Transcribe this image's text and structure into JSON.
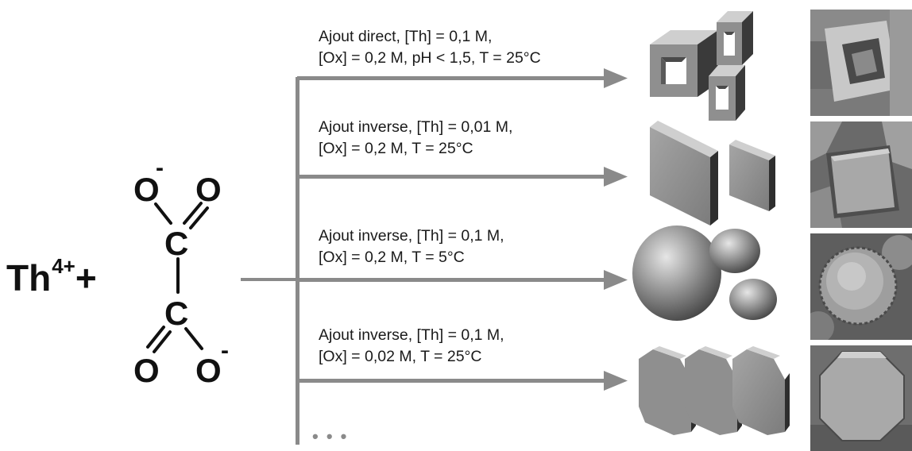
{
  "reactants": {
    "cation": "Th",
    "charge": "4+",
    "plus": "+",
    "oxalate": {
      "atom_o_top_left": "O",
      "atom_o_top_right": "O",
      "atom_c_top": "C",
      "atom_c_bottom": "C",
      "atom_o_bottom_left": "O",
      "atom_o_bottom_right": "O",
      "charge_top": "-",
      "charge_bottom": "-"
    }
  },
  "routes": [
    {
      "line1": "Ajout direct, [Th] = 0,1 M,",
      "line2": "[Ox] = 0,2 M, pH < 1,5, T = 25°C",
      "morphology": "square-frame-crystals-icon"
    },
    {
      "line1": "Ajout inverse, [Th] = 0,01 M,",
      "line2": "[Ox] = 0,2 M, T = 25°C",
      "morphology": "square-plate-crystals-icon"
    },
    {
      "line1": "Ajout inverse, [Th] = 0,1 M,",
      "line2": "[Ox] = 0,2 M, T = 5°C",
      "morphology": "ellipsoid-crystals-icon"
    },
    {
      "line1": "Ajout inverse, [Th] = 0,1 M,",
      "line2": "[Ox] = 0,02 M, T = 25°C",
      "morphology": "octagonal-plate-crystals-icon"
    }
  ],
  "continuation_marker": "• • •",
  "colors": {
    "arrow": "#8a8a8a",
    "text": "#1a1a1a",
    "crystal_face": "#8f8f8f",
    "crystal_side": "#3a3a3a",
    "crystal_top": "#cfcfcf"
  }
}
